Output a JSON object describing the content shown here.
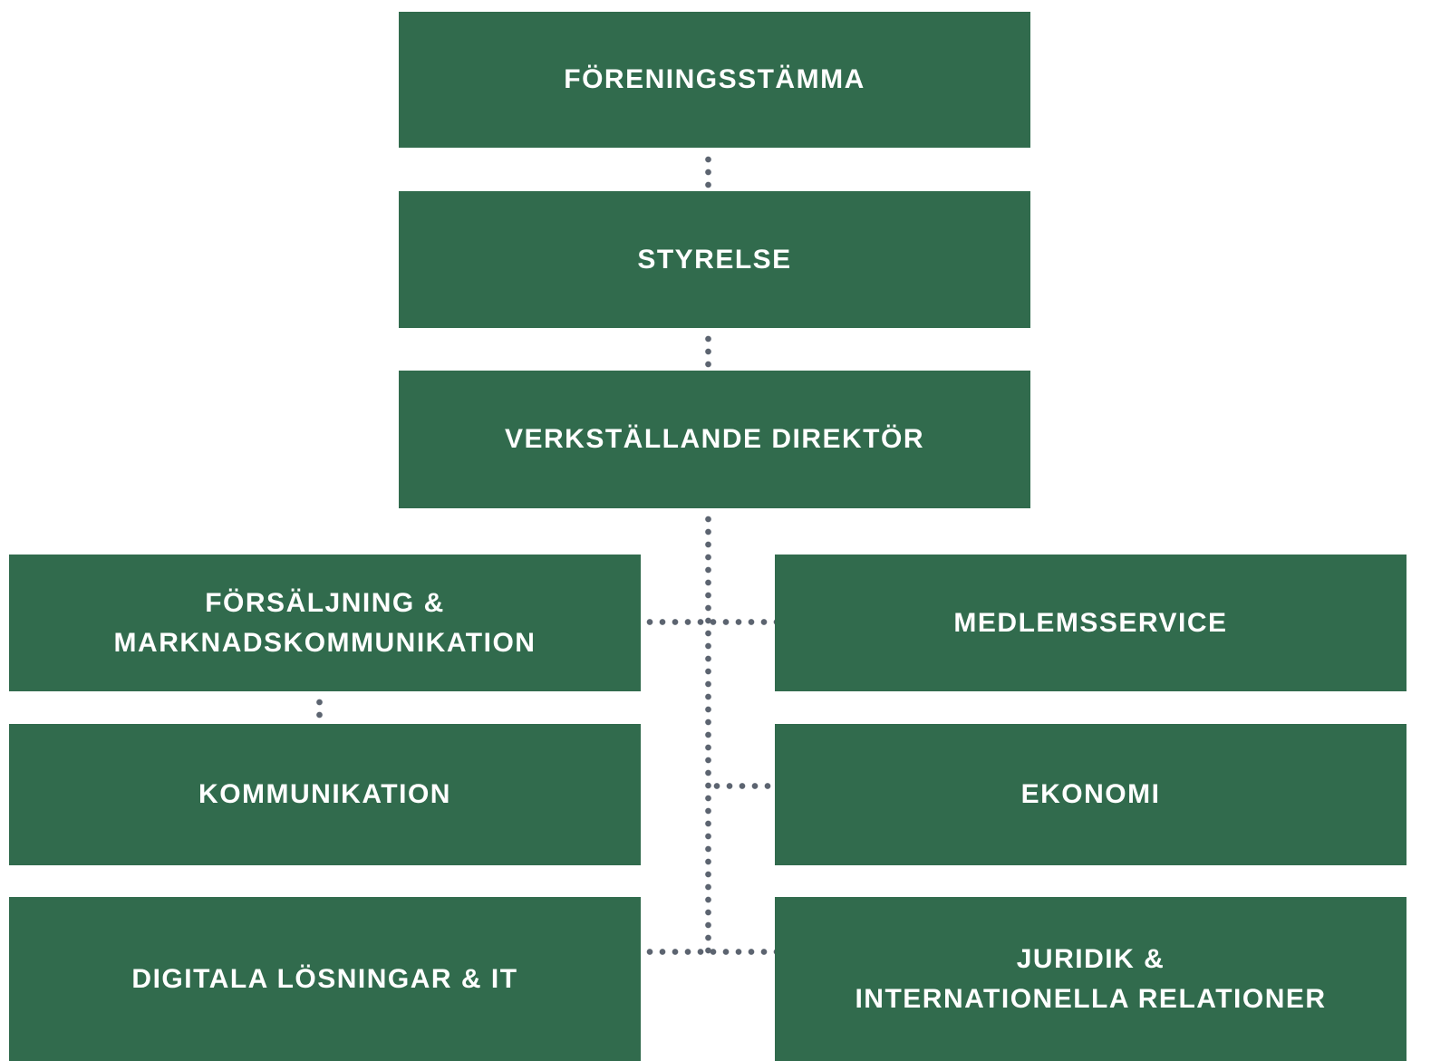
{
  "colors": {
    "box": "#316B4D",
    "text": "#FFFFFF",
    "dots": "#5C6470",
    "bg": "#FFFFFF"
  },
  "org_chart": {
    "type": "org-chart",
    "nodes": [
      {
        "id": "foreningsstamma",
        "label": "FÖRENINGSSTÄMMA",
        "parent": null
      },
      {
        "id": "styrelse",
        "label": "STYRELSE",
        "parent": "foreningsstamma"
      },
      {
        "id": "verkstallande-direktor",
        "label": "VERKSTÄLLANDE DIREKTÖR",
        "parent": "styrelse"
      },
      {
        "id": "forsaljning-marknadskommunikation",
        "label": "FÖRSÄLJNING &\nMARKNADSKOMMUNIKATION",
        "parent": "verkstallande-direktor"
      },
      {
        "id": "medlemsservice",
        "label": "MEDLEMSSERVICE",
        "parent": "verkstallande-direktor"
      },
      {
        "id": "kommunikation",
        "label": "KOMMUNIKATION",
        "parent": "forsaljning-marknadskommunikation"
      },
      {
        "id": "ekonomi",
        "label": "EKONOMI",
        "parent": "verkstallande-direktor"
      },
      {
        "id": "digitala-losningar-it",
        "label": "DIGITALA LÖSNINGAR & IT",
        "parent": "verkstallande-direktor"
      },
      {
        "id": "juridik-internationella-relationer",
        "label": "JURIDIK &\nINTERNATIONELLA RELATIONER",
        "parent": "verkstallande-direktor"
      }
    ]
  }
}
